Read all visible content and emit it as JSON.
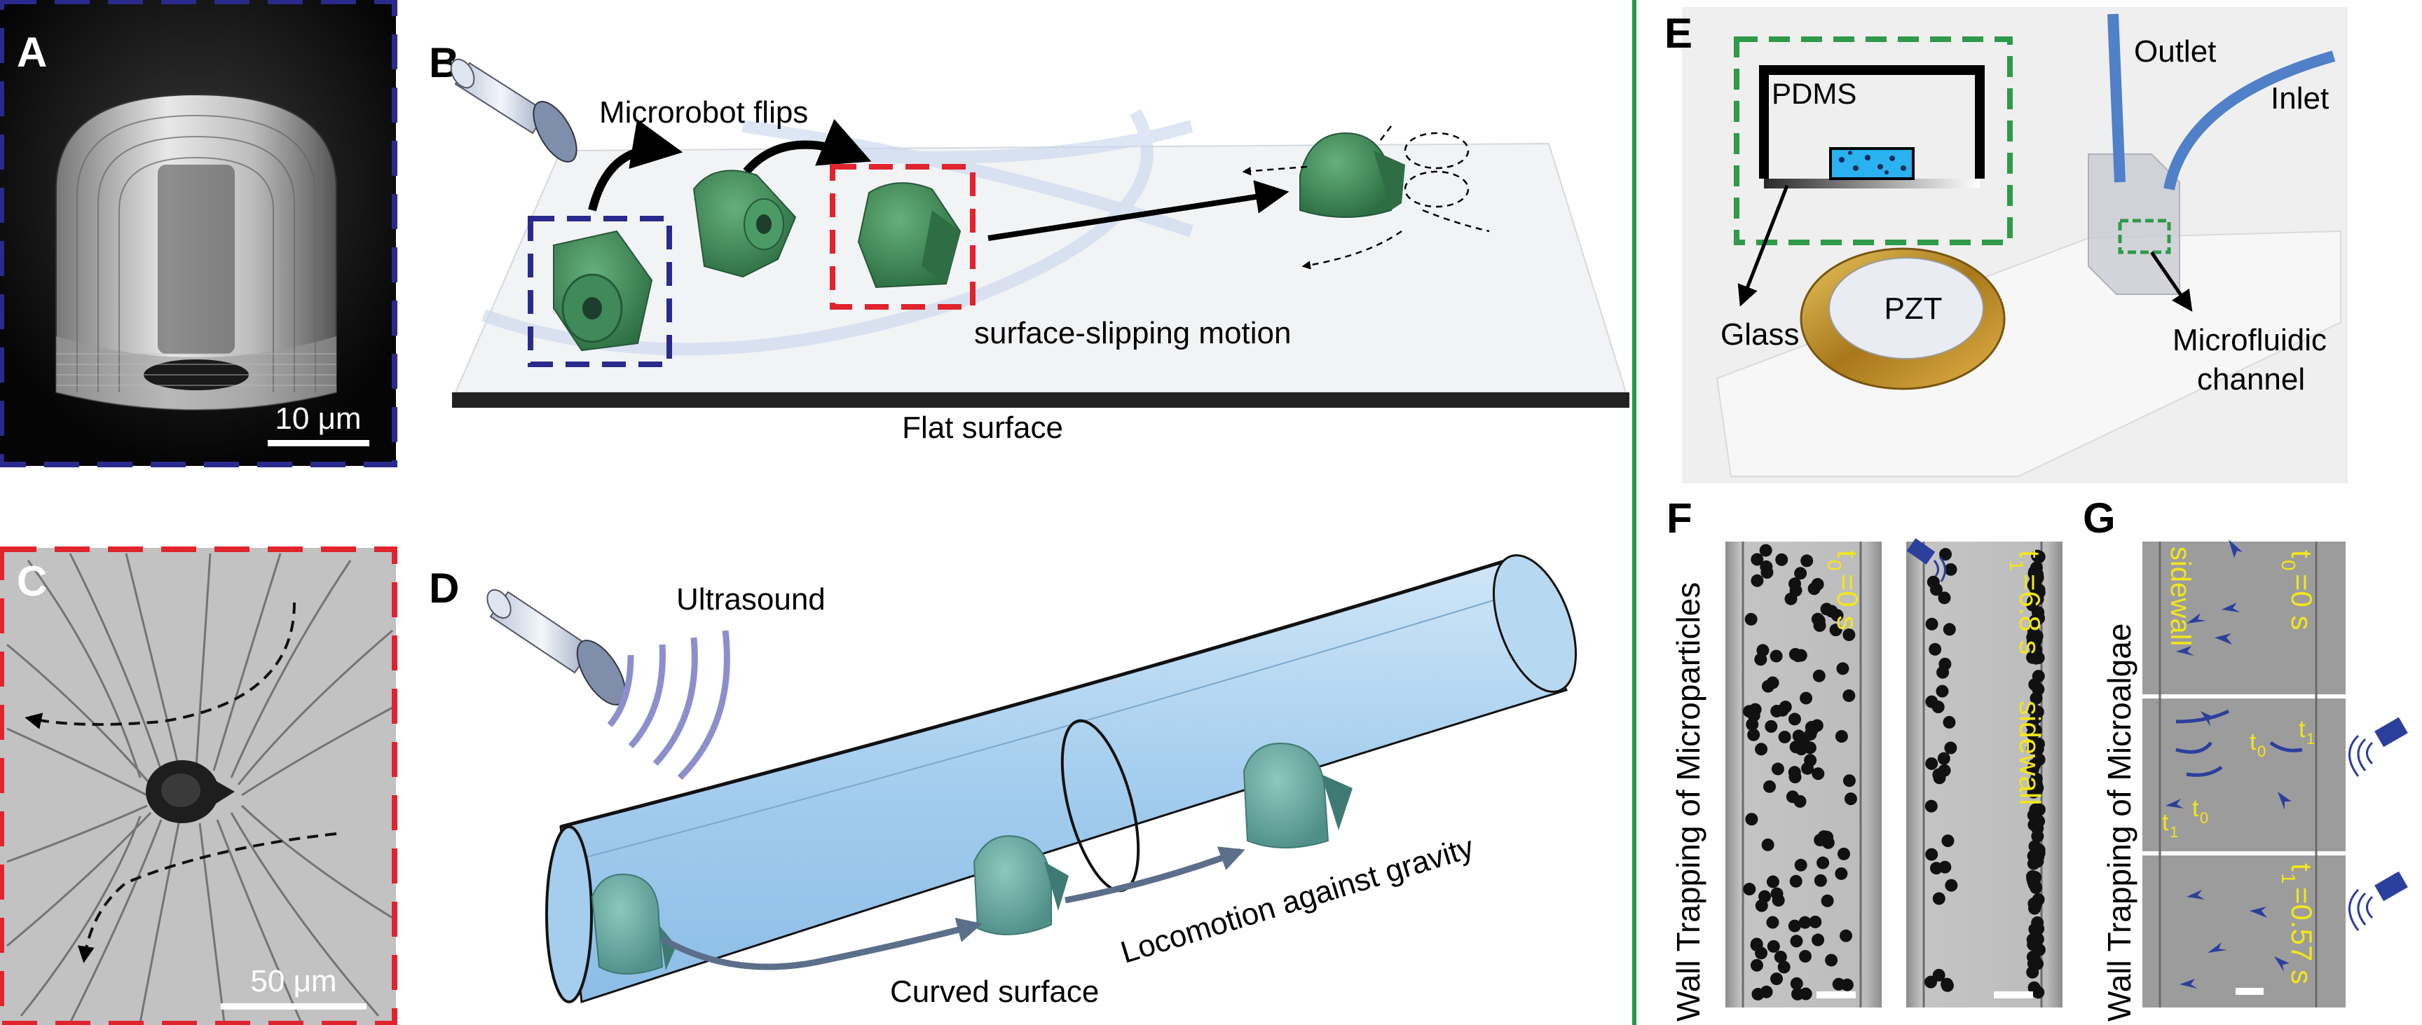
{
  "colors": {
    "blue_dash": "#2a2a8c",
    "red_dash": "#e0242e",
    "green_dash": "#2e9a4a",
    "divider": "#1f9a45",
    "robot_green": "#3c8a55",
    "tube_blue": "#a9d0ee",
    "yellow_label": "#f2e61c",
    "arrow_blue": "#2b3f9c"
  },
  "panel_a": {
    "letter": "A",
    "scale_label": "10 μm"
  },
  "panel_b": {
    "letter": "B",
    "flips_label": "Microrobot flips",
    "motion_label": "surface-slipping motion",
    "surface_label": "Flat surface"
  },
  "panel_c": {
    "letter": "C",
    "scale_label": "50 μm"
  },
  "panel_d": {
    "letter": "D",
    "ultrasound_label": "Ultrasound",
    "gravity_label": "Locomotion against gravity",
    "curved_label": "Curved surface"
  },
  "panel_e": {
    "letter": "E",
    "pdms_label": "PDMS",
    "glass_label": "Glass",
    "pzt_label": "PZT",
    "outlet_label": "Outlet",
    "inlet_label": "Inlet",
    "channel_label_1": "Microfluidic",
    "channel_label_2": "channel"
  },
  "panel_f": {
    "letter": "F",
    "side_label": "Wall Trapping of Microparticles",
    "t0_label": "t",
    "t0_sub": "0",
    "t0_value": "=0 s",
    "t1_label": "t",
    "t1_sub": "1",
    "t1_value": "=6.8 s",
    "sidewall_label": "sidewall"
  },
  "panel_g": {
    "letter": "G",
    "side_label": "Wall Trapping of Microalgae",
    "sidewall_label": "sidewall",
    "t0_label": "t",
    "t0_sub": "0",
    "t0_value": "=0 s",
    "t1_label": "t",
    "t1_sub": "1",
    "t1_value": "=0.57 s",
    "mid_t0": "t",
    "mid_t0_sub": "0",
    "mid_t1": "t",
    "mid_t1_sub": "1",
    "mid_t1b": "t",
    "mid_t1b_sub": "1",
    "mid_t0b": "t",
    "mid_t0b_sub": "0"
  }
}
